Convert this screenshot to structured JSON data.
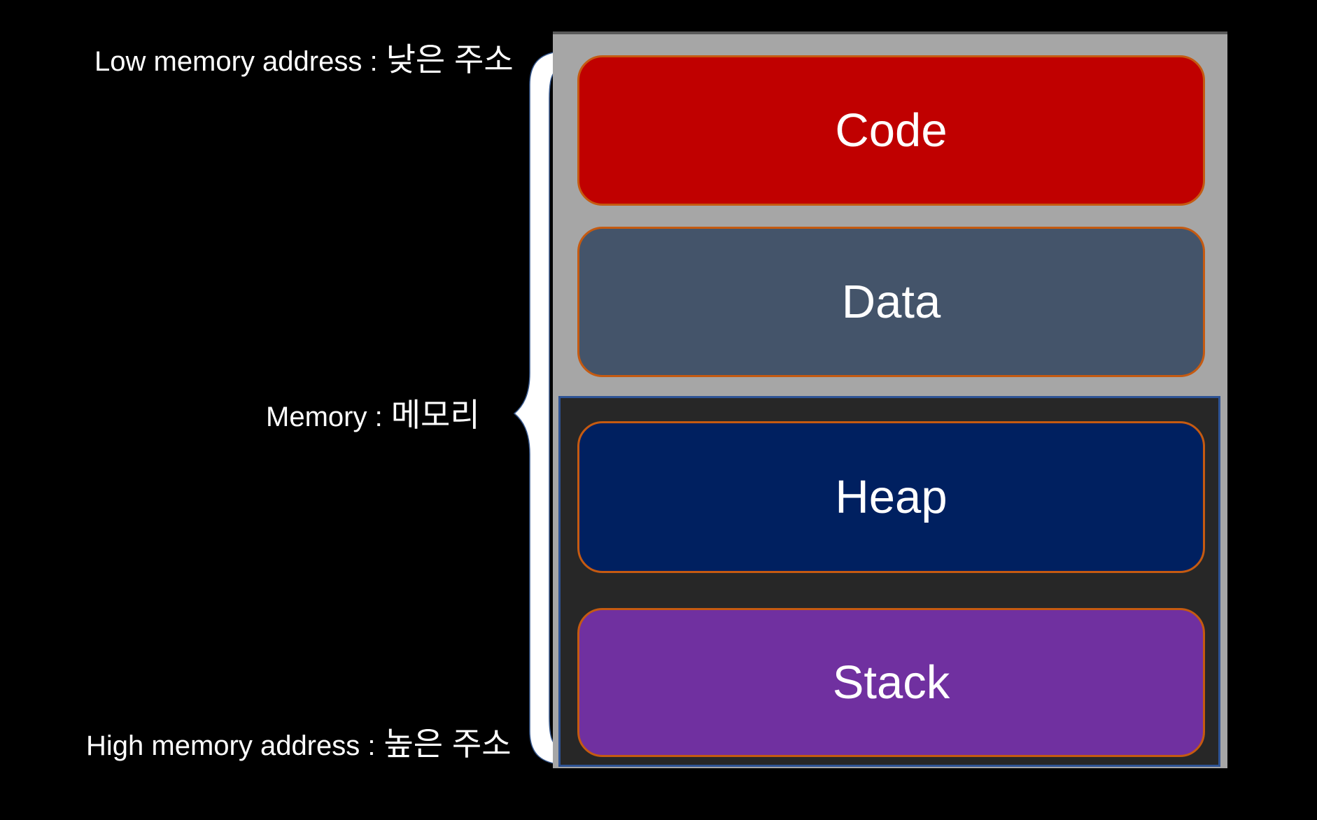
{
  "diagram": {
    "title_semantic": "process memory layout diagram",
    "labels": {
      "low": {
        "en": "Low memory address :",
        "ko": "낮은 주소"
      },
      "memory": {
        "en": "Memory :",
        "ko": "메모리"
      },
      "high": {
        "en": "High memory address :",
        "ko": "높은 주소"
      }
    },
    "memory_map": {
      "blocks": [
        {
          "id": "code",
          "label": "Code",
          "fill": "#C00000",
          "region": "outer"
        },
        {
          "id": "data",
          "label": "Data",
          "fill": "#44546A",
          "region": "outer"
        },
        {
          "id": "heap",
          "label": "Heap",
          "fill": "#002060",
          "region": "inner"
        },
        {
          "id": "stack",
          "label": "Stack",
          "fill": "#7030A0",
          "region": "inner"
        }
      ],
      "colors": {
        "page_background": "#000000",
        "panel_fill": "#A6A6A6",
        "panel_top_edge": "#595959",
        "inner_panel_fill": "#272727",
        "inner_panel_border": "#2E5395",
        "block_border": "#C55A11",
        "block_text": "#FFFFFF",
        "brace_fill": "#FFFFFF",
        "brace_outline": "#38598E",
        "label_text": "#FFFFFF"
      }
    }
  }
}
